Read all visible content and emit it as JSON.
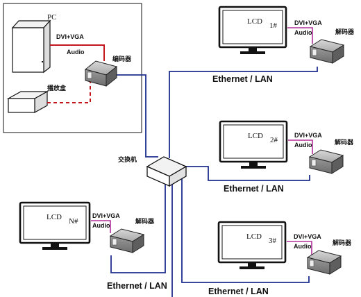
{
  "pc_label": "PC",
  "signal_label": "DVI+VGA",
  "audio_label": "Audio",
  "encoder_label": "编码器",
  "player_label": "播放盒",
  "switch_label": "交换机",
  "decoder_label": "解码器",
  "ethernet_label": "Ethernet / LAN",
  "lcd_label": "LCD",
  "screens": [
    {
      "name": "LCD",
      "num": "1#"
    },
    {
      "name": "LCD",
      "num": "2#"
    },
    {
      "name": "LCD",
      "num": "3#"
    },
    {
      "name": "LCD",
      "num": "N#"
    }
  ],
  "colors": {
    "lan": "#1f2f8f",
    "pc_link": "#c4141c",
    "decoder_link": "#b0309a",
    "frame": "#111111"
  }
}
